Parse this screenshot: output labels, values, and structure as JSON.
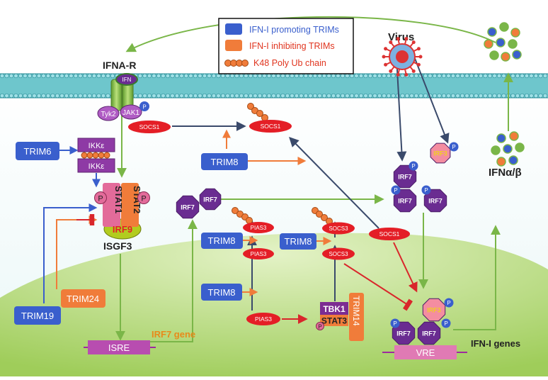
{
  "legend": {
    "promoting": "IFN-I promoting TRIMs",
    "inhibiting": "IFN-I inhibiting TRIMs",
    "k48": "K48 Poly Ub chain"
  },
  "labels": {
    "ifna_r": "IFNA-R",
    "ifn": "IFN",
    "virus": "Virus",
    "tyk2": "Tyk2",
    "jak1": "JAK1",
    "p": "P",
    "socs1": "SOCS1",
    "trim6": "TRIM6",
    "ikke": "IKKε",
    "trim8": "TRIM8",
    "stat1": "STAT1",
    "stat2": "STAT2",
    "irf9": "IRF9",
    "isgf3": "ISGF3",
    "irf7": "IRF7",
    "irf3": "IRF3",
    "pias3": "PIAS3",
    "socs3": "SOCS3",
    "ifnab": "IFNα/β",
    "trim19": "TRIM19",
    "trim24": "TRIM24",
    "tbk1": "TBK1",
    "stat3": "STAT3",
    "trim14": "TRIM14",
    "isre": "ISRE",
    "irf7_gene": "IRF7 gene",
    "vre": "VRE",
    "ifn_genes": "IFN-I genes"
  },
  "colors": {
    "promoting": "#3a5fcd",
    "inhibiting": "#f07c3a",
    "socs": "#e41e26",
    "irf7": "#6a2c91",
    "irf3": "#f48da0",
    "arrow_green": "#7ab648",
    "arrow_dark": "#3a4a6b",
    "arrow_red": "#d9262b"
  }
}
